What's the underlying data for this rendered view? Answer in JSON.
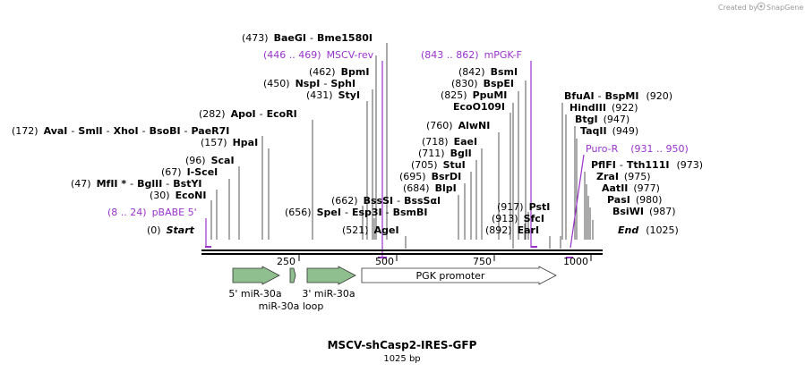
{
  "credit": {
    "prefix": "Created by",
    "brand": "SnapGene"
  },
  "map": {
    "title": "MSCV-shCasp2-IRES-GFP",
    "length_label": "1025 bp",
    "length": 1025,
    "start_label": "Start",
    "start_pos": "(0)",
    "end_label": "End",
    "end_pos": "(1025)",
    "ticks": [
      "250",
      "500",
      "750",
      "1000"
    ]
  },
  "sites_left": [
    {
      "pos": "(473)",
      "names": [
        "BaeGI",
        "Bme1580I"
      ]
    },
    {
      "pos": "(462)",
      "names": [
        "BpmI"
      ]
    },
    {
      "pos": "(450)",
      "names": [
        "NspI",
        "SphI"
      ]
    },
    {
      "pos": "(431)",
      "names": [
        "StyI"
      ]
    },
    {
      "pos": "(282)",
      "names": [
        "ApoI",
        "EcoRI"
      ]
    },
    {
      "pos": "(172)",
      "names": [
        "AvaI",
        "SmlI",
        "XhoI",
        "BsoBI",
        "PaeR7I"
      ]
    },
    {
      "pos": "(157)",
      "names": [
        "HpaI"
      ]
    },
    {
      "pos": "(96)",
      "names": [
        "ScaI"
      ]
    },
    {
      "pos": "(67)",
      "names": [
        "I-SceI"
      ]
    },
    {
      "pos": "(47)",
      "names": [
        "MfII *",
        "BglII",
        "BstYI"
      ]
    },
    {
      "pos": "(30)",
      "names": [
        "EcoNI"
      ]
    },
    {
      "pos": "(662)",
      "names": [
        "BssSI",
        "BssSαI"
      ]
    },
    {
      "pos": "(656)",
      "names": [
        "SpeI",
        "Esp3I",
        "BsmBI"
      ]
    },
    {
      "pos": "(521)",
      "names": [
        "AgeI"
      ]
    }
  ],
  "sites_mid": [
    {
      "pos": "(842)",
      "names": [
        "BsmI"
      ]
    },
    {
      "pos": "(830)",
      "names": [
        "BspEI"
      ]
    },
    {
      "pos": "(825)",
      "names": [
        "PpuMI"
      ]
    },
    {
      "pos": "",
      "names": [
        "EcoO109I"
      ]
    },
    {
      "pos": "(760)",
      "names": [
        "AlwNI"
      ]
    },
    {
      "pos": "(718)",
      "names": [
        "EaeI"
      ]
    },
    {
      "pos": "(711)",
      "names": [
        "BglI"
      ]
    },
    {
      "pos": "(705)",
      "names": [
        "StuI"
      ]
    },
    {
      "pos": "(695)",
      "names": [
        "BsrDI"
      ]
    },
    {
      "pos": "(684)",
      "names": [
        "BlpI"
      ]
    },
    {
      "pos": "(917)",
      "names": [
        "PstI"
      ]
    },
    {
      "pos": "(913)",
      "names": [
        "SfcI"
      ]
    },
    {
      "pos": "(892)",
      "names": [
        "EarI"
      ]
    }
  ],
  "sites_right": [
    {
      "pos": "(920)",
      "names": [
        "BfuAI",
        "BspMI"
      ]
    },
    {
      "pos": "(922)",
      "names": [
        "HindIII"
      ]
    },
    {
      "pos": "(947)",
      "names": [
        "BtgI"
      ]
    },
    {
      "pos": "(949)",
      "names": [
        "TaqII"
      ]
    },
    {
      "pos": "(973)",
      "names": [
        "PflFI",
        "Tth111I"
      ]
    },
    {
      "pos": "(975)",
      "names": [
        "ZraI"
      ]
    },
    {
      "pos": "(977)",
      "names": [
        "AatII"
      ]
    },
    {
      "pos": "(980)",
      "names": [
        "PasI"
      ]
    },
    {
      "pos": "(987)",
      "names": [
        "BsiWI"
      ]
    }
  ],
  "primers": [
    {
      "range": "(446 .. 469)",
      "name": "MSCV-rev"
    },
    {
      "range": "(843 .. 862)",
      "name": "mPGK-F"
    },
    {
      "range": "(8 .. 24)",
      "name": "pBABE 5'"
    },
    {
      "name": "Puro-R",
      "range": "(931 .. 950)"
    }
  ],
  "features": [
    {
      "name": "5' miR-30a",
      "color": "#8fbf8f"
    },
    {
      "name": "miR-30a loop",
      "color": "#8fbf8f"
    },
    {
      "name": "3' miR-30a",
      "color": "#8fbf8f"
    },
    {
      "name": "PGK promoter",
      "color": "#ffffff"
    }
  ],
  "colors": {
    "primer": "#9933cc",
    "feature_green": "#8fbf8f",
    "backbone": "#000000"
  }
}
